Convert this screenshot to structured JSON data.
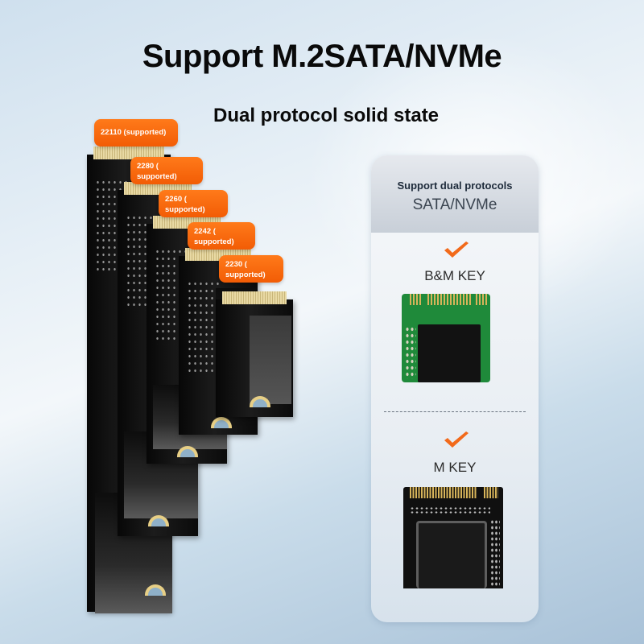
{
  "header": {
    "title": "Support M.2SATA/NVMe",
    "subtitle": "Dual protocol solid state"
  },
  "ssd_sizes": [
    {
      "size": "22110",
      "label": "22110 (supported)"
    },
    {
      "size": "2280",
      "label_line1": "2280 (",
      "label_line2": "supported)"
    },
    {
      "size": "2260",
      "label_line1": "2260 (",
      "label_line2": "supported)"
    },
    {
      "size": "2242",
      "label_line1": "2242 (",
      "label_line2": "supported)"
    },
    {
      "size": "2230",
      "label_line1": "2230 (",
      "label_line2": "supported)"
    }
  ],
  "protocol_card": {
    "heading": "Support dual protocols",
    "protocols": "SATA/NVMe",
    "keys": [
      {
        "label": "B&M KEY",
        "icon": "checkmark-icon",
        "image": "bm-key-ssd-green"
      },
      {
        "label": "M KEY",
        "icon": "checkmark-icon",
        "image": "m-key-ssd-black"
      }
    ]
  },
  "colors": {
    "tag_orange": "#f25c05",
    "check_orange": "#f26a1b",
    "gold": "#e7cf86",
    "pcb_green": "#1f8a3a"
  }
}
